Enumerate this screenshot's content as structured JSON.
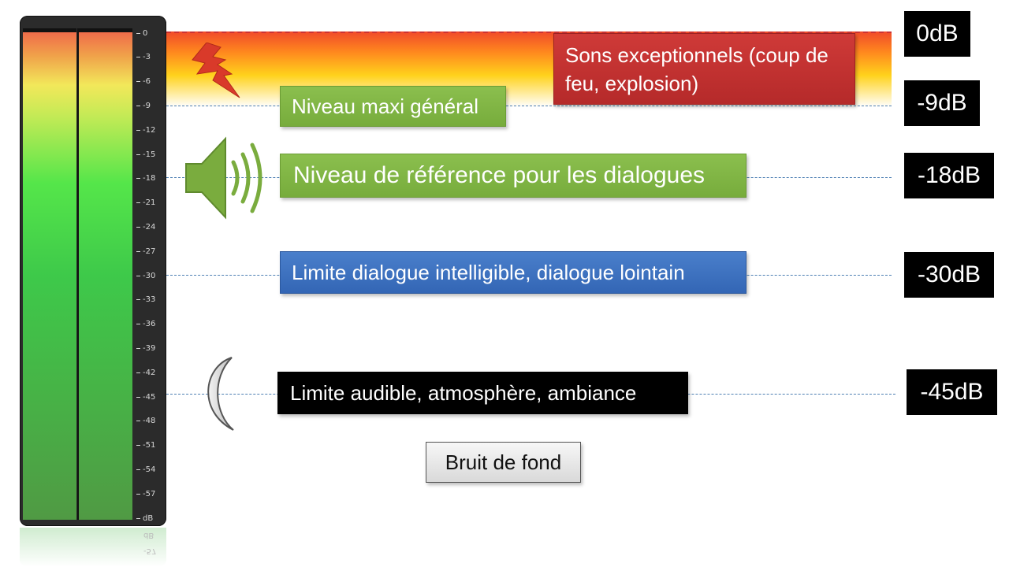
{
  "meter": {
    "scale_labels": [
      "0",
      "-3",
      "-6",
      "-9",
      "-12",
      "-15",
      "-18",
      "-21",
      "-24",
      "-27",
      "-30",
      "-33",
      "-36",
      "-39",
      "-42",
      "-45",
      "-48",
      "-51",
      "-54",
      "-57",
      "dB"
    ],
    "reflection_labels": [
      "dB",
      "-57"
    ]
  },
  "labels": {
    "exceptionnels": "Sons exceptionnels (coup de feu, explosion)",
    "niveau_maxi": "Niveau maxi général",
    "reference": "Niveau de référence pour les dialogues",
    "intelligible": "Limite dialogue intelligible, dialogue lointain",
    "audible": "Limite audible, atmosphère, ambiance",
    "bruit_de_fond": "Bruit de fond"
  },
  "levels": {
    "db_0": "0dB",
    "db_9": "-9dB",
    "db_18": "-18dB",
    "db_30": "-30dB",
    "db_45": "-45dB"
  },
  "icons": {
    "lightning": "lightning-icon",
    "speaker": "speaker-icon",
    "moon": "moon-icon"
  },
  "colors": {
    "green_label": "#7fb244",
    "blue_label": "#3a6fbf",
    "red_label": "#c53232",
    "black_label": "#000000"
  }
}
